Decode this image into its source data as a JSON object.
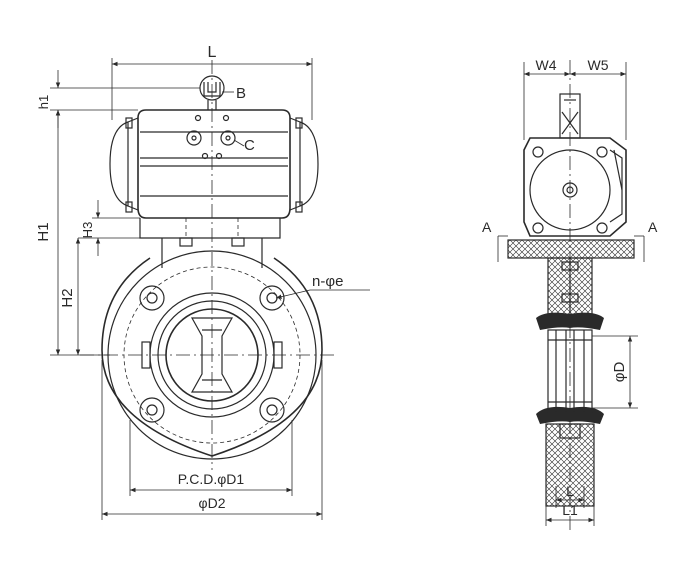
{
  "labels": {
    "L": "L",
    "B": "B",
    "C": "C",
    "h1": "h1",
    "H1": "H1",
    "H2": "H2",
    "H3": "H3",
    "n_phi_e": "n-φe",
    "pcd": "P.C.D.φD1",
    "D2": "φD2",
    "W4": "W4",
    "W5": "W5",
    "A_left": "A",
    "A_right": "A",
    "phiD": "φD",
    "L_side": "L",
    "L1": "L1"
  },
  "colors": {
    "line": "#2a2a2a",
    "background": "#ffffff"
  }
}
